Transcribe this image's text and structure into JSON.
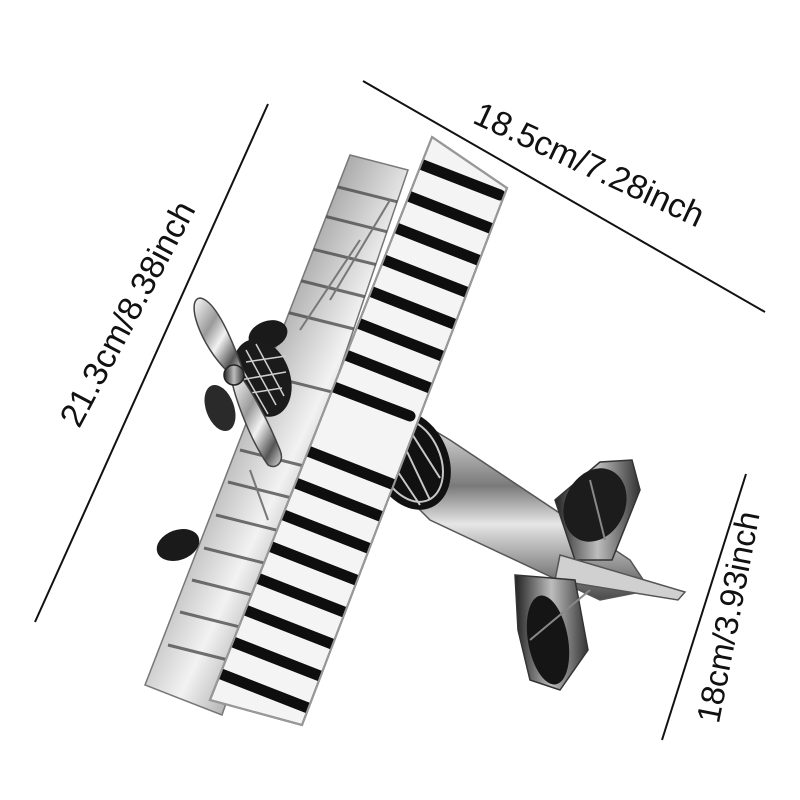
{
  "image": {
    "subject": "chrome-biplane-model",
    "background": "#ffffff",
    "metal_light": "#e8e8e8",
    "metal_dark": "#111111"
  },
  "dimensions": {
    "height_label": "21.3cm/8.38inch",
    "width_label": "18.5cm/7.28inch",
    "tail_label": "18cm/3.93inch"
  }
}
